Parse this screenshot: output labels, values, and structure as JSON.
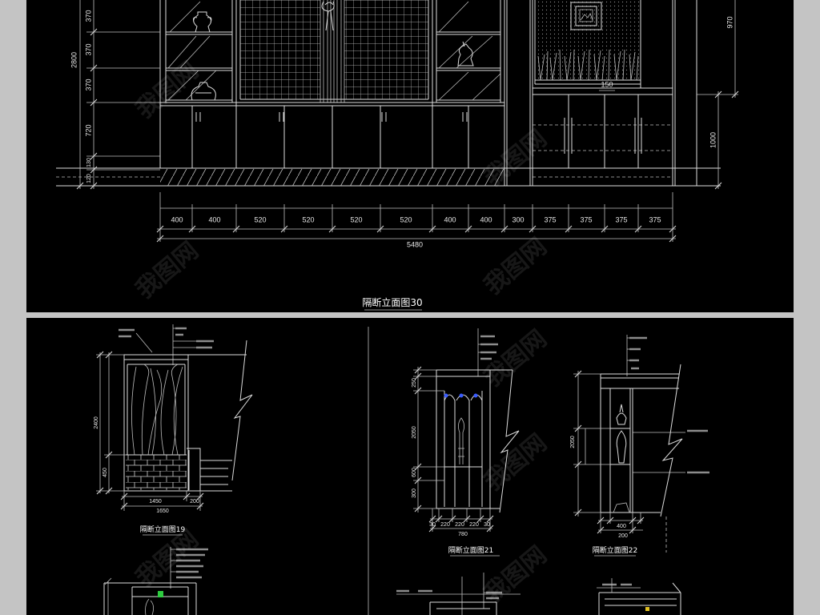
{
  "colors": {
    "page_background": "#c4c4c4",
    "panel": "#000000",
    "line": "#dcdcdc",
    "marker_blue": "#3a5cff",
    "marker_green": "#2ecc40",
    "marker_yellow": "#e0c020"
  },
  "watermark": "我图网",
  "elevation_30": {
    "title": "隔断立面图30",
    "left_dims": [
      "370",
      "370",
      "370",
      "720",
      "130",
      "120"
    ],
    "overall_height": "2800",
    "right_dims": [
      "970",
      "1000"
    ],
    "ledge_label": "150",
    "bottom_dims": [
      "400",
      "400",
      "520",
      "520",
      "520",
      "520",
      "400",
      "400",
      "300",
      "375",
      "375",
      "375",
      "375"
    ],
    "overall_width": "5480"
  },
  "elevation_19": {
    "title": "隔断立面图19",
    "vertical_dims": [
      "2400",
      "450"
    ],
    "bottom_dims": [
      "1450",
      "200"
    ],
    "overall_width": "1650"
  },
  "elevation_21": {
    "title": "隔断立面图21",
    "vertical_dims": [
      "250",
      "2050",
      "600",
      "300"
    ],
    "bottom_dims": [
      "30",
      "220",
      "220",
      "220",
      "30"
    ],
    "overall_width": "780"
  },
  "elevation_22": {
    "title": "隔断立面图22",
    "vertical_dims": [
      "2050"
    ],
    "bottom_dims": [
      "400"
    ],
    "overall_width": "200"
  }
}
